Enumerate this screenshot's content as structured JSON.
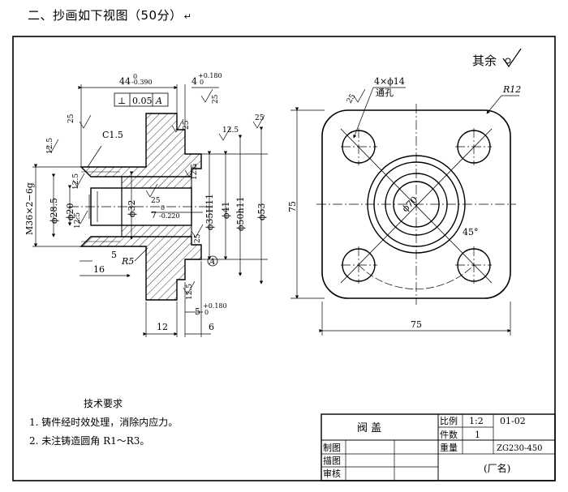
{
  "heading": "二、抄画如下视图（50分）",
  "return_mark": "↵",
  "roughness_note": "其余",
  "dims": {
    "len44": "44",
    "len44_up": "0",
    "len44_low": "-0.390",
    "len4": "4",
    "len4_tol": "+0.180",
    "len4_low": "0",
    "len5_bottom": "5",
    "len5_tol": "+0.180",
    "len5_low": "0",
    "len7": "7",
    "len7_up": "0",
    "len7_low": "-0.220",
    "len16": "16",
    "len5": "5",
    "len12": "12",
    "len6": "6",
    "c15": "C1.5",
    "r5": "R5",
    "d36": "ϕ35H11",
    "d41": "ϕ41",
    "d50": "ϕ50h11",
    "d53": "ϕ53",
    "d20": "ϕ20",
    "d285": "ϕ28.5",
    "d32": "ϕ32",
    "m36": "M36×2−6g",
    "holes": "4×ϕ14",
    "through": "通孔",
    "r12": "R12",
    "d70": "ϕ70",
    "ang45": "45°",
    "w75": "75",
    "h75": "75",
    "datum": "A",
    "gtol_val": "0.05",
    "gtol_ref": "A",
    "gtol_sym": "⊥"
  },
  "roughness": [
    "25",
    "12.5",
    "25",
    "25",
    "12.5",
    "25",
    "12.5",
    "25",
    "12.5",
    "12.5",
    "25",
    "12.5",
    "25",
    "25",
    "12.5",
    "12.5",
    "25"
  ],
  "tech": {
    "title": "技术要求",
    "items": [
      "1. 铸件经时效处理，消除内应力。",
      "2. 未注铸造圆角 R1～R3。"
    ]
  },
  "title_block": {
    "part_name": "阀  盖",
    "scale_label": "比例",
    "scale_value": "1:2",
    "count_label": "件数",
    "count_value": "1",
    "weight_label": "重量",
    "drawing_no": "01-02",
    "material": "ZG230-450",
    "drawn": "制图",
    "traced": "描图",
    "checked": "审核",
    "factory": "(厂名)"
  }
}
